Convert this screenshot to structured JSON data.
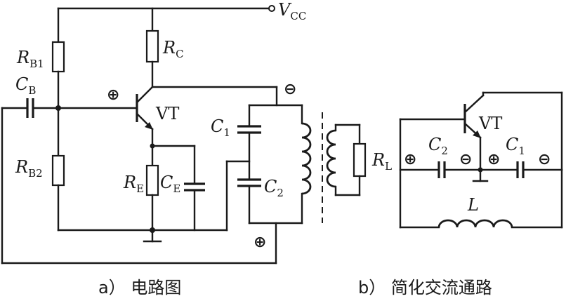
{
  "diagram_a": {
    "vcc": {
      "main": "V",
      "sub": "CC"
    },
    "rb1": {
      "main": "R",
      "sub": "B1"
    },
    "rb2": {
      "main": "R",
      "sub": "B2"
    },
    "cb": {
      "main": "C",
      "sub": "B"
    },
    "rc": {
      "main": "R",
      "sub": "C"
    },
    "re": {
      "main": "R",
      "sub": "E"
    },
    "ce": {
      "main": "C",
      "sub": "E"
    },
    "c1": {
      "main": "C",
      "sub": "1"
    },
    "c2": {
      "main": "C",
      "sub": "2"
    },
    "rl": {
      "main": "R",
      "sub": "L"
    },
    "vt": "VT",
    "signs": {
      "emitter": "⊕",
      "collector_tap": "⊖",
      "bottom": "⊕"
    },
    "caption": "a） 电路图"
  },
  "diagram_b": {
    "vt": "VT",
    "c1": {
      "main": "C",
      "sub": "1"
    },
    "c2": {
      "main": "C",
      "sub": "2"
    },
    "l": "L",
    "signs": {
      "left": "⊕",
      "mid_left": "⊖",
      "mid_right": "⊕",
      "right": "⊖"
    },
    "caption": "b） 简化交流通路"
  }
}
